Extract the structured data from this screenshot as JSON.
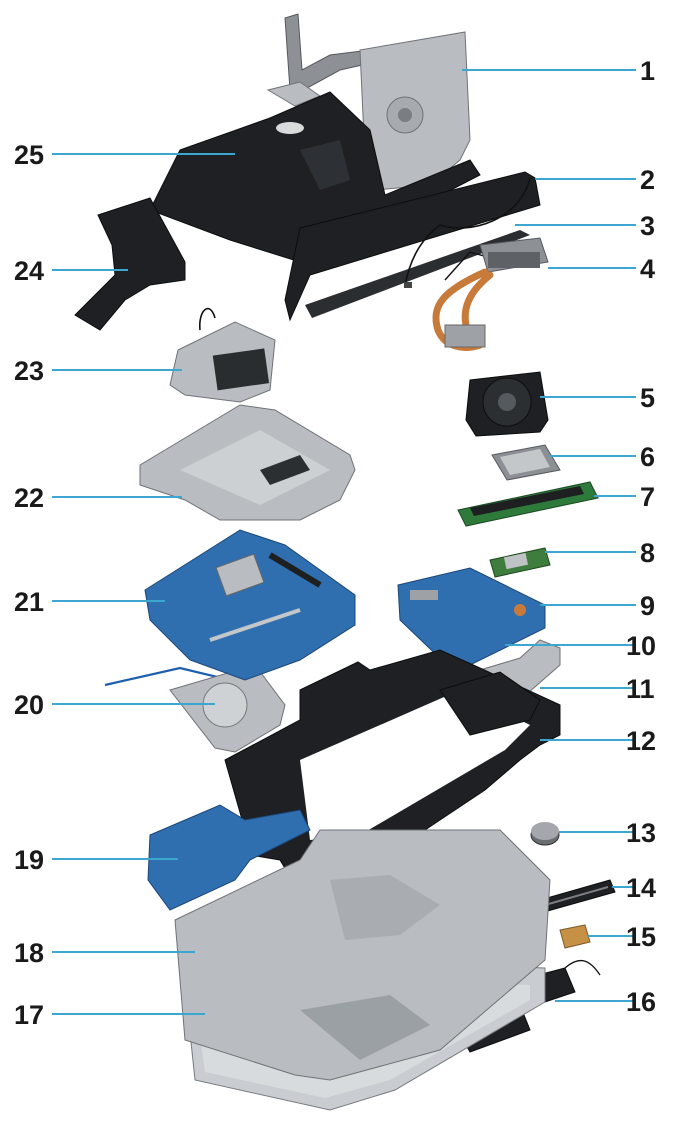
{
  "callouts": [
    {
      "label": "1"
    },
    {
      "label": "2"
    },
    {
      "label": "3"
    },
    {
      "label": "4"
    },
    {
      "label": "5"
    },
    {
      "label": "6"
    },
    {
      "label": "7"
    },
    {
      "label": "8"
    },
    {
      "label": "9"
    },
    {
      "label": "10"
    },
    {
      "label": "11"
    },
    {
      "label": "12"
    },
    {
      "label": "13"
    },
    {
      "label": "14"
    },
    {
      "label": "15"
    },
    {
      "label": "16"
    },
    {
      "label": "17"
    },
    {
      "label": "18"
    },
    {
      "label": "19"
    },
    {
      "label": "20"
    },
    {
      "label": "21"
    },
    {
      "label": "22"
    },
    {
      "label": "23"
    },
    {
      "label": "24"
    },
    {
      "label": "25"
    }
  ],
  "colors": {
    "leader_line": "#3ba6cf",
    "label_text": "#1a1a1a",
    "metal": "#b9bcc0",
    "plastic_black": "#1e2023",
    "pcb_blue": "#2f6fb0",
    "heatpipe_copper": "#c77a3a"
  }
}
